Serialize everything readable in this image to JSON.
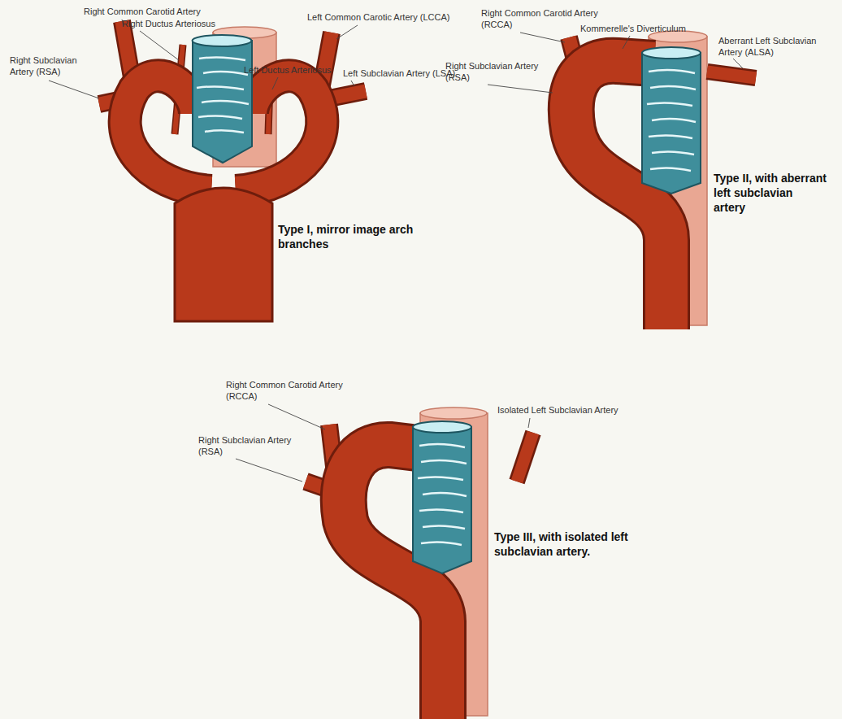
{
  "diagram": {
    "labels": [
      "Right Common Carotid Artery",
      "Right Ductus Arteriosus",
      "Left Common Carotic Artery (LCCA)",
      "Right Subclavian Artery (RSA)",
      "Left Ductus Arteriosus",
      "Left Subclavian Artery (LSA)",
      "Type I, mirror image arch branches",
      "Right Common Carotid Artery (RCCA)",
      "Kommerelle's Diverticulum",
      "Aberrant Left Subclavian Artery (ALSA)",
      "Right Subclavian Artery (RSA)",
      "Type II, with aberrant left subclavian artery",
      "Right Common Carotid Artery (RCCA)",
      "Isolated Left Subclavian Artery",
      "Right Subclavian Artery (RSA)",
      "Type III, with isolated left subclavian artery."
    ]
  }
}
